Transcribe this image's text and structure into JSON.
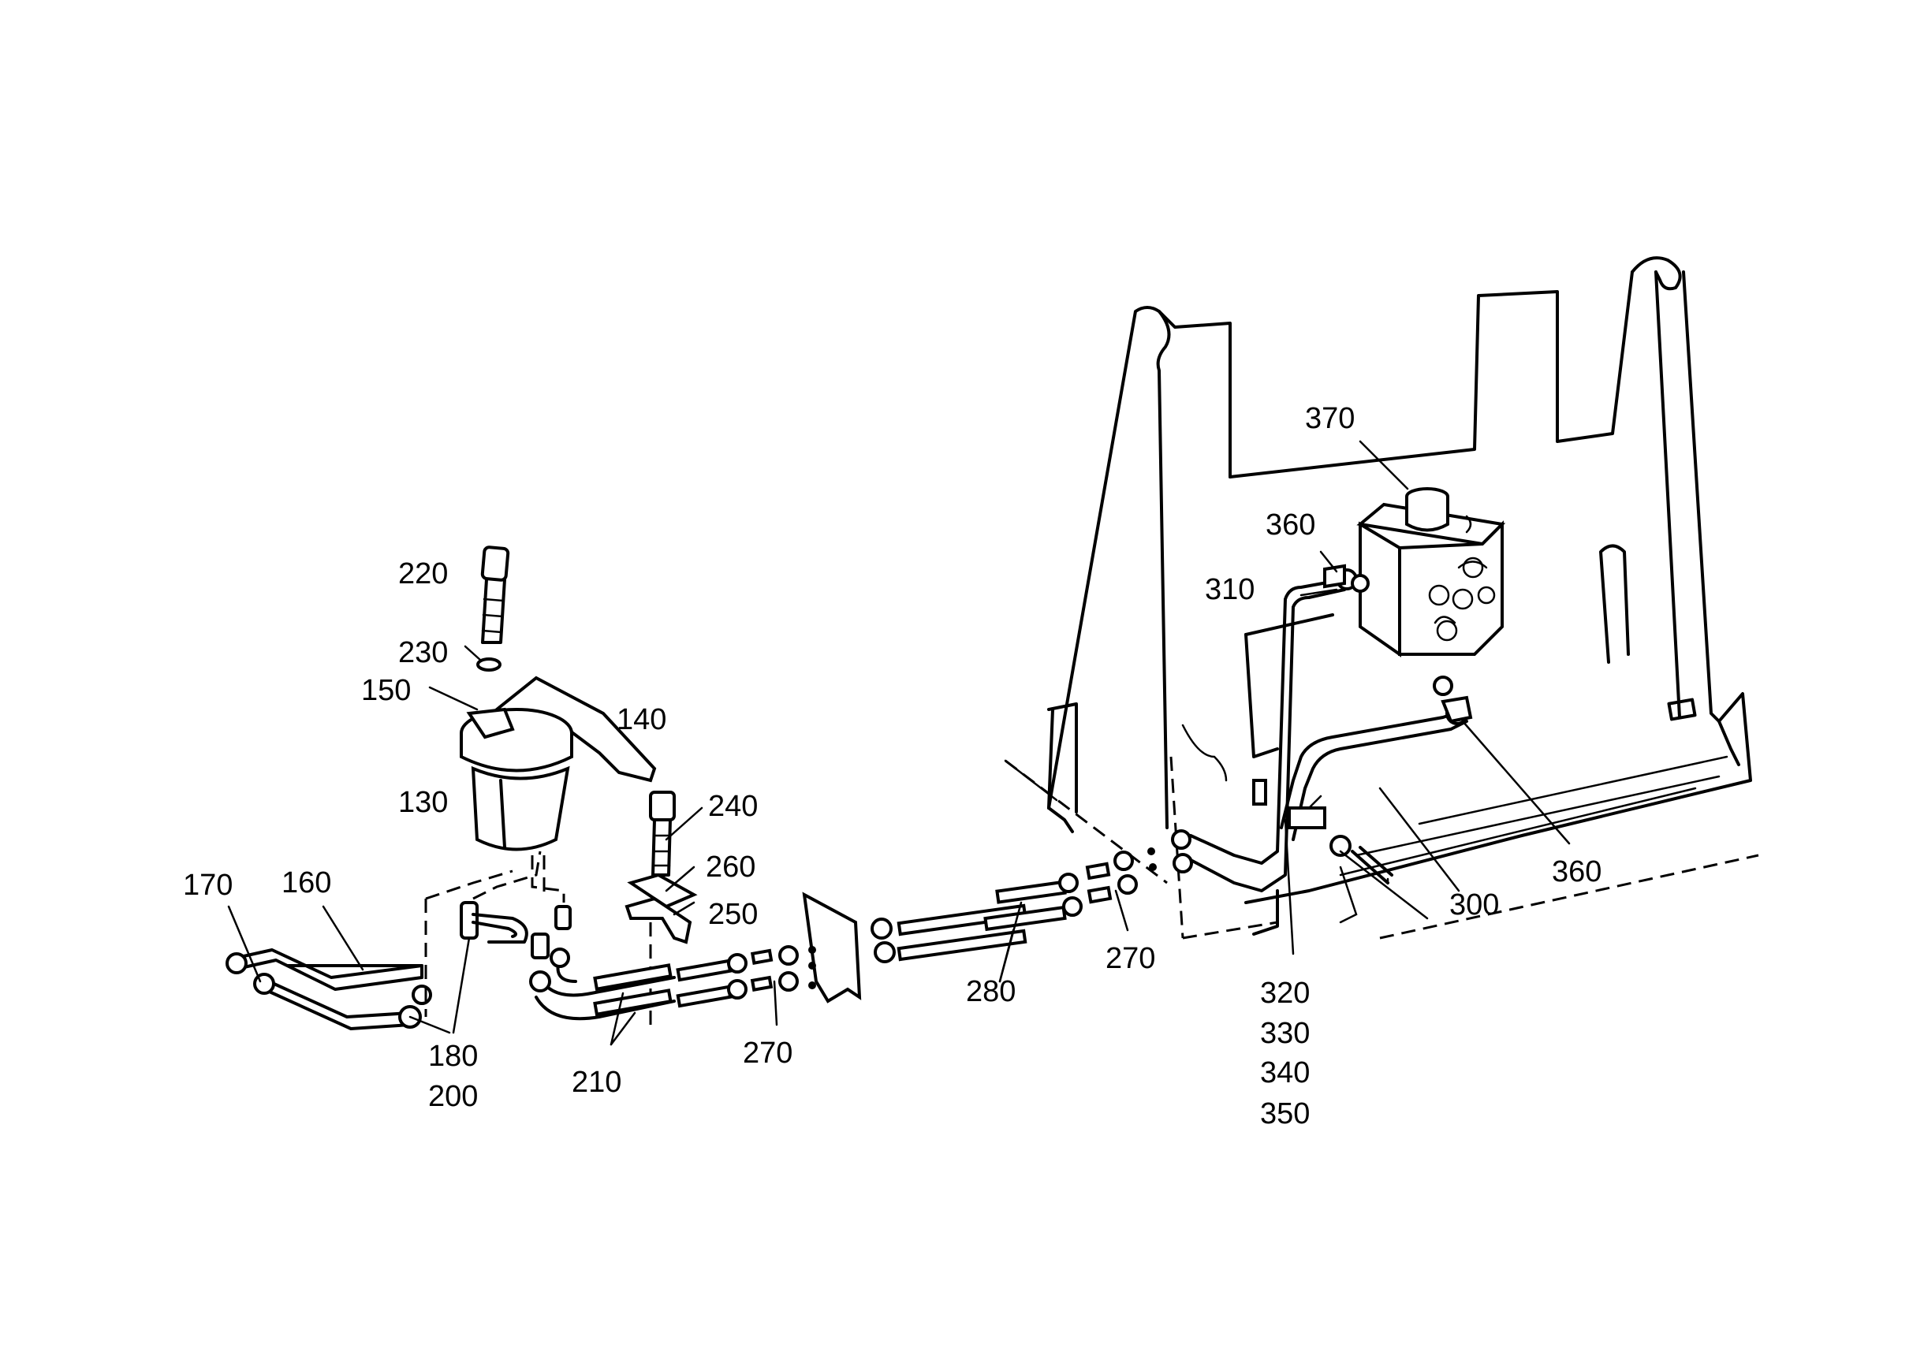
{
  "labels": {
    "l130": "130",
    "l140": "140",
    "l150": "150",
    "l160": "160",
    "l170": "170",
    "l180": "180",
    "l200": "200",
    "l210": "210",
    "l220": "220",
    "l230": "230",
    "l240": "240",
    "l250": "250",
    "l260": "260",
    "l270a": "270",
    "l270b": "270",
    "l280": "280",
    "l300": "300",
    "l310": "310",
    "l320": "320",
    "l330": "330",
    "l340": "340",
    "l350": "350",
    "l360a": "360",
    "l360b": "360",
    "l370": "370"
  }
}
